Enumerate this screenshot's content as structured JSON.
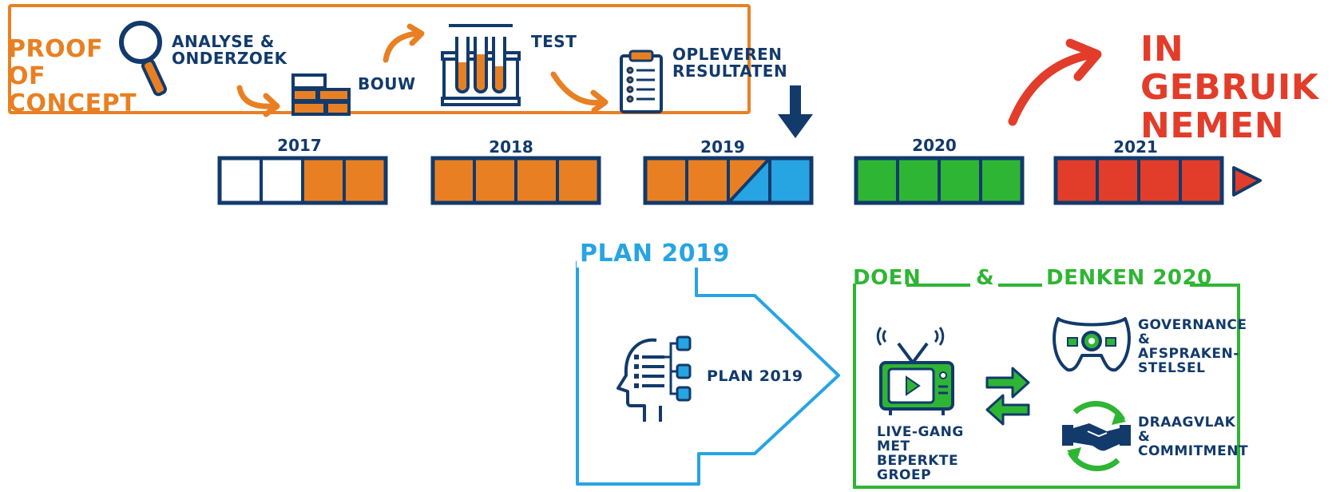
{
  "top": {
    "proof_of_concept": "PROOF OF CONCEPT",
    "steps": {
      "analyse": "ANALYSE & ONDERZOEK",
      "bouw": "BOUW",
      "test": "TEST",
      "opleveren": "OPLEVEREN RESULTATEN"
    },
    "in_gebruik": "IN GEBRUIK NEMEN"
  },
  "timeline": {
    "years": [
      "2017",
      "2018",
      "2019",
      "2020",
      "2021"
    ],
    "quarters": {
      "2017": [
        "empty",
        "empty",
        "orange",
        "orange"
      ],
      "2018": [
        "orange",
        "orange",
        "orange",
        "orange"
      ],
      "2019": [
        "orange",
        "orange",
        "orange-blue",
        "blue"
      ],
      "2020": [
        "green",
        "green",
        "green",
        "green"
      ],
      "2021": [
        "red",
        "red",
        "red",
        "red"
      ]
    }
  },
  "plan": {
    "title": "PLAN 2019",
    "item_label": "PLAN 2019"
  },
  "doen": {
    "title_left": "DOEN",
    "amp": "&",
    "title_right": "DENKEN 2020",
    "live": "LIVE-GANG MET BEPERKTE GROEP",
    "governance": "GOVERNANCE & AFSPRAKEN-STELSEL",
    "draagvlak": "DRAAGVLAK & COMMITMENT"
  },
  "colors": {
    "orange": "#E88023",
    "navy": "#123A6B",
    "blue": "#27A4E2",
    "green": "#2FB534",
    "red": "#E23D2A"
  }
}
